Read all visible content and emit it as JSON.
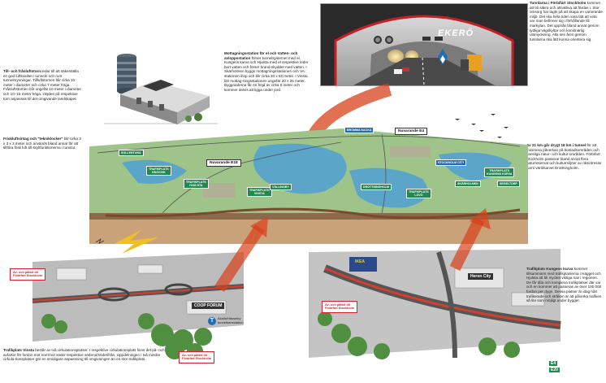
{
  "tunnel_text": {
    "title": "Tunnlarna i Förbifart Stockholm",
    "body": "kommer att bli säkra och attraktiva att färdas i. Stor omsorg har lagts på att skapa en varierande miljö. Det ska hela tiden vara lätt att veta var man befinner sig i förhållande till markytan. Det uppnås bland annat genom tydliga vägskyltar och konstnärlig utsmyckning. Alla sex åren genom tunnlarna ska lätt kunna orientera sig."
  },
  "tunnel_sign": "EKERÖ",
  "ventilation_text": {
    "title": "Till- och frånluftstorn",
    "body": "ledar till att säkerställa en god luftkvalitet i tunneln och runt tunnelmynningar. Tillluftstornen blir cirka 10 meter i diameter och cirka 7 meter höga. Frånluftstornen blir ungefär 10 meter i diameter och 10–15 meter höga. Höjden på respektive torn anpassas till det omgivande landskapet."
  },
  "fresh_air_text": {
    "title": "Friskluftsintag och \"tekniklocker\"",
    "body": "blir cirka 3 x 3 x 3 meter och används bland annat för att tillföra frisk luft till skyltfunktionerna i tunnlar."
  },
  "station_text": {
    "title": "Mottagningsstation för el och Vatten- och avloppsstation",
    "body": "förser tunnelsystemet med el. Kungens kurva och Hjulsta med el respektive leder bort vatten och förser brand-skyddet med vatten. I Skärholmen byggs mottagningsstationen och VA-stationen ihop och blir cirka 20 x 50 meter. I Vinsta blir mottag-ningsstationen ungefär 20 x 25 meter. Byggnaderna får en höjd av cirka 6 meter och kommer delvis att ligga under jord."
  },
  "tunnel_length_text": {
    "title": "Av 21 km går drygt 18 km i tunnel",
    "body": "för att minimera påverkan på bostadsområden och känsliga natur- och kultur-områden. Förbifart Stockholm passerar bland annat flera naturreservat och kulturmiljöer av riksintresse samt världsarvet Drottningholm."
  },
  "vinsta_text": {
    "title": "Trafikplats Vinsta",
    "body": "består av två cirkulationsplatser. I respektive cirkulationsplats finns det på- och avfarter för fordon mot norr/mot söder respektive söderut/söderifrån. Uppdelningen i två mindre cirkula-tionsplatser gör en smidigare anpassning till omgivningen än en stor trafikplats."
  },
  "kungens_text": {
    "title": "Trafikplats Kungens kurva",
    "body": "kommer tillsammans med trafikplatserna i Hägget och Hjulsta att bli mycket viktiga nav i regionen. De får tåla och komplexa trafikplatser där var och en kommer att passeras av över 100 000 fordon per dygn. Dessa platser är idag hårt trafikerade och stråken är att påverka trafiken så lite som möjligt under bygget."
  },
  "road_labels": {
    "e18": "Nuvarande E18",
    "e4": "Nuvarande E4"
  },
  "signs": {
    "s1": "SOLLENTUNA",
    "s2": [
      "TRAFIKPLATS",
      "HÄGGVIK"
    ],
    "s3": [
      "TRAFIKPLATS",
      "HJULSTA"
    ],
    "s4": [
      "TRAFIKPLATS",
      "VINSTA"
    ],
    "s5": "VÄLLINGBY",
    "s6": "DROTTNINGHOLM",
    "s7": [
      "TRAFIKPLATS",
      "LOVÖ"
    ],
    "s8": "SKÄRHOLMEN",
    "s9": [
      "TRAFIKPLATS",
      "KUNGENS KURVA"
    ],
    "s10": "SEGELTORP",
    "s11": "BROMMA NACKA",
    "s12": "STOCKHOLM CITY"
  },
  "ramp_callout_left": [
    "Av- och påfart till",
    "Förbifart Stockholm"
  ],
  "ramp_callout_bottom": [
    "Av- och påfart till",
    "Förbifart Stockholm"
  ],
  "ramp_callout_right": [
    "Av- och påfart till",
    "Förbifart Stockholm"
  ],
  "coop_sign": "COOP FORUM",
  "ikea_sign": "IKEA",
  "heron_sign": "Heron City",
  "metro_label": [
    "Akalla/Hässelby",
    "tunnelbanestation"
  ],
  "road_e4_marks": [
    "E4",
    "E20"
  ]
}
